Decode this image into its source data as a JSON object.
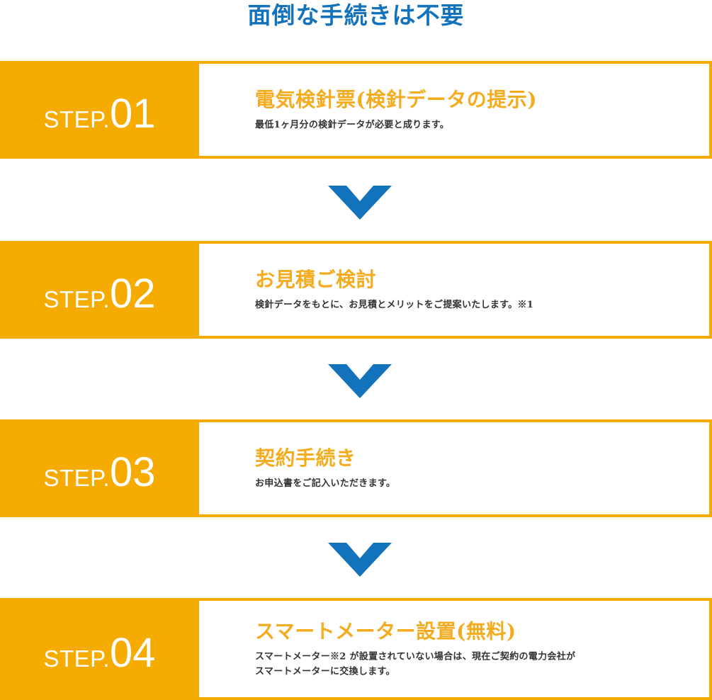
{
  "title": "面倒な手続きは不要",
  "colors": {
    "title_blue": "#1272BC",
    "badge_orange": "#F5AB00",
    "heading_amber": "#F5AB1E",
    "subtext_gray": "#333333",
    "arrow_blue": "#1272BC",
    "panel_background": "#FFFFFF"
  },
  "steps": [
    {
      "step_word": "STEP.",
      "step_number": "01",
      "heading": "電気検針票(検針データの提示)",
      "sub_lines": [
        "最低1ヶ月分の検針データが必要と成ります。"
      ]
    },
    {
      "step_word": "STEP.",
      "step_number": "02",
      "heading": "お見積ご検討",
      "sub_lines": [
        "検針データをもとに、お見積とメリットをご提案いたします。※1"
      ]
    },
    {
      "step_word": "STEP.",
      "step_number": "03",
      "heading": "契約手続き",
      "sub_lines": [
        "お申込書をご記入いただきます。"
      ]
    },
    {
      "step_word": "STEP.",
      "step_number": "04",
      "heading": "スマートメーター設置(無料)",
      "sub_lines": [
        "スマートメーター※2 が設置されていない場合は、現在ご契約の電力会社が",
        "スマートメーターに交換します。"
      ]
    }
  ],
  "arrows": [
    {
      "name": "arrow-step1-to-step2",
      "direction": "down"
    },
    {
      "name": "arrow-step2-to-step3",
      "direction": "down"
    },
    {
      "name": "arrow-step3-to-step4",
      "direction": "down"
    }
  ]
}
